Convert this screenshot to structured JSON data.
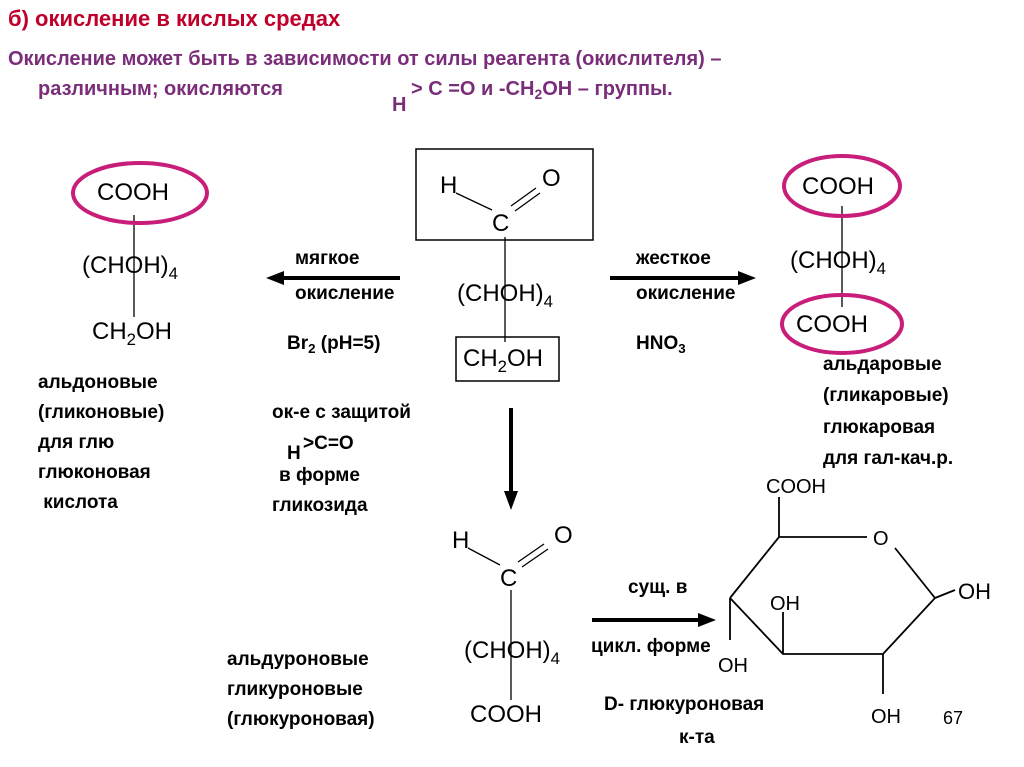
{
  "title": "б)  окисление в кислых средах",
  "intro_line1": "Окисление может быть в зависимости от силы реагента (окислителя) –",
  "intro_line2": "различным; окисляются",
  "intro_H": "H",
  "intro_group": "> C =O  и  -CH",
  "intro_sub2": "2",
  "intro_tail": "OH – группы.",
  "center": {
    "H": "H",
    "O": "O",
    "C": "C",
    "chohp": "(CHOH)",
    "chohsub": "4",
    "ch2oh_a": "CH",
    "ch2oh_sub": "2",
    "ch2oh_b": "OH"
  },
  "left": {
    "cooh": "COOH",
    "choh": "(CHOH)",
    "choh_sub": "4",
    "ch2oh_a": "CH",
    "ch2oh_sub": "2",
    "ch2oh_b": "OH",
    "name1": "альдоновые",
    "name2": "(гликоновые)",
    "name3": "для глю",
    "name4": "глюконовая",
    "name5": " кислота"
  },
  "mild": {
    "l1": "мягкое",
    "l2": "окисление",
    "reag_a": "Br",
    "reag_sub": "2",
    "reag_b": " (pH=5)",
    "prot1": "ок-е с защитой",
    "prot_H": "H",
    "prot_co": ">C=O",
    "prot2": "в форме",
    "prot3": "гликозида"
  },
  "harsh": {
    "l1": "жесткое",
    "l2": "окисление",
    "reag_a": "HNO",
    "reag_sub": "3"
  },
  "right": {
    "cooh_top": "COOH",
    "choh": "(CHOH)",
    "choh_sub": "4",
    "cooh_bottom": "COOH",
    "name1": "альдаровые",
    "name2": "(гликаровые)",
    "name3": "глюкаровая",
    "name4": "для гал-кач.р."
  },
  "bottom": {
    "H": "H",
    "O": "O",
    "C": "C",
    "choh": "(CHOH)",
    "choh_sub": "4",
    "cooh": "COOH",
    "name1": "альдуроновые",
    "name2": "гликуроновые",
    "name3": "(глюкуроновая)",
    "arrow_l1": "сущ. в",
    "arrow_l2": "цикл. форме",
    "dname1": "D- глюкуроновая",
    "dname2": "к-та"
  },
  "ring": {
    "cooh": "COOH",
    "o": "O",
    "oh_right": "OH",
    "oh_upper": "OH",
    "oh_left": "OH",
    "oh_bottom": "OH"
  },
  "page_number": "67",
  "colors": {
    "title": "#c0002a",
    "subtitle": "#7a2e7a",
    "ellipse": "#c81e7a"
  }
}
